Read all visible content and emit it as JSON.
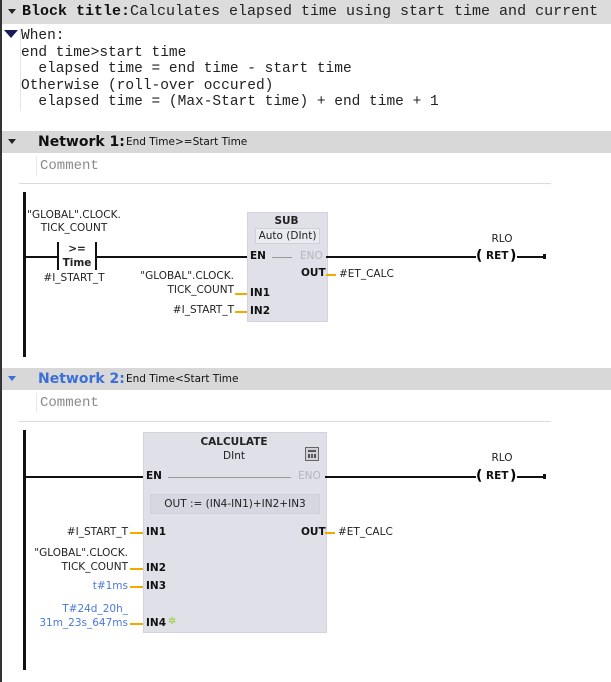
{
  "block": {
    "title_label": "Block title:",
    "title_text": "Calculates elapsed time using start time and current",
    "comment_lines": [
      "When:",
      "end time>start time",
      "  elapsed time = end time - start time",
      "Otherwise (roll-over occured)",
      "  elapsed time = (Max-Start time) + end time + 1"
    ]
  },
  "networks": [
    {
      "label": "Network 1:",
      "title": "End Time>=Start Time",
      "comment_placeholder": "Comment",
      "label_color": "#111111",
      "contact": {
        "operand_top_1": "\"GLOBAL\".CLOCK.",
        "operand_top_2": "TICK_COUNT",
        "operator": ">=",
        "type": "Time",
        "operand_bottom": "#I_START_T"
      },
      "box": {
        "name": "SUB",
        "type": "Auto (DInt)",
        "en": "EN",
        "eno": "ENO",
        "out_pin": "OUT",
        "out_operand": "#ET_CALC",
        "in1_pin": "IN1",
        "in1_operand_1": "\"GLOBAL\".CLOCK.",
        "in1_operand_2": "TICK_COUNT",
        "in2_pin": "IN2",
        "in2_operand": "#I_START_T"
      },
      "coil": {
        "operand": "RLO",
        "label": "RET"
      }
    },
    {
      "label": "Network 2:",
      "title": "End Time<Start Time",
      "comment_placeholder": "Comment",
      "label_color": "#3a6fd8",
      "box": {
        "name": "CALCULATE",
        "type": "DInt",
        "icon": "calculator-icon",
        "en": "EN",
        "eno": "ENO",
        "expression": "OUT :=  (IN4-IN1)+IN2+IN3",
        "out_pin": "OUT",
        "out_operand": "#ET_CALC",
        "in1_pin": "IN1",
        "in1_operand": "#I_START_T",
        "in2_pin": "IN2",
        "in2_operand_1": "\"GLOBAL\".CLOCK.",
        "in2_operand_2": "TICK_COUNT",
        "in3_pin": "IN3",
        "in3_operand": "t#1ms",
        "in4_pin": "IN4",
        "in4_operand_1": "T#24d_20h_",
        "in4_operand_2": "31m_23s_647ms"
      },
      "coil": {
        "operand": "RLO",
        "label": "RET"
      }
    }
  ]
}
